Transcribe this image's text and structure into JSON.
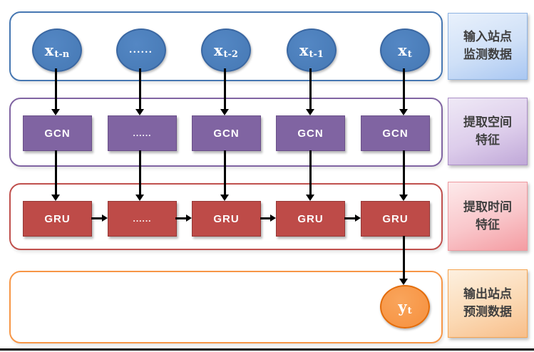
{
  "palette": {
    "input_node_fill": "#4a7db9",
    "input_node_border": "#3a67a2",
    "input_frame_border": "#4677b2",
    "gcn_box_fill": "#8064a2",
    "gcn_frame_border": "#8064a2",
    "gru_box_fill": "#be4b48",
    "gru_frame_border": "#c0504d",
    "output_node_fill": "#f79646",
    "output_node_border": "#e36c0a",
    "output_frame_border": "#f79646",
    "caption_blue_bg": "#a9c7f2",
    "caption_purple_bg": "#c0a8d8",
    "caption_pink_bg": "#f49ca2",
    "caption_orange_bg": "#f8be8a",
    "arrow_color": "#000000"
  },
  "input_row": {
    "nodes": [
      {
        "base": "x",
        "sub": "t-n"
      },
      {
        "base": "......",
        "sub": ""
      },
      {
        "base": "x",
        "sub": "t-2"
      },
      {
        "base": "x",
        "sub": "t-1"
      },
      {
        "base": "x",
        "sub": "t"
      }
    ]
  },
  "gcn_row": {
    "boxes": [
      "GCN",
      "......",
      "GCN",
      "GCN",
      "GCN"
    ]
  },
  "gru_row": {
    "boxes": [
      "GRU",
      "......",
      "GRU",
      "GRU",
      "GRU"
    ]
  },
  "output_row": {
    "node": {
      "base": "y",
      "sub": "t"
    }
  },
  "side_labels": [
    {
      "line1": "输入站点",
      "line2": "监测数据"
    },
    {
      "line1": "提取空间",
      "line2": "特征"
    },
    {
      "line1": "提取时间",
      "line2": "特征"
    },
    {
      "line1": "输出站点",
      "line2": "预测数据"
    }
  ]
}
